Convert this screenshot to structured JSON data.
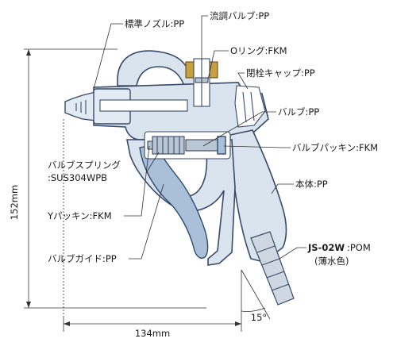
{
  "labels": {
    "standard_nozzle": "標準ノズル:PP",
    "flow_valve": "流調バルブ:PP",
    "o_ring": "Oリング:FKM",
    "stopper_cap": "閉栓キャップ:PP",
    "valve": "バルブ:PP",
    "valve_packing": "バルブパッキン:FKM",
    "valve_spring_line1": "バルブスプリング",
    "valve_spring_line2": ":SUS304WPB",
    "body": "本体:PP",
    "y_packing": "Yパッキン:FKM",
    "model_code": "JS-02W",
    "model_material": ":POM",
    "model_color": "(薄水色)",
    "valve_guide": "バルブガイド:PP"
  },
  "dimensions": {
    "height": "152mm",
    "width": "134mm",
    "angle": "15°"
  },
  "colors": {
    "body_fill": "#d9e4ef",
    "outline": "#3a4a6a",
    "brass": "#c8a040"
  }
}
